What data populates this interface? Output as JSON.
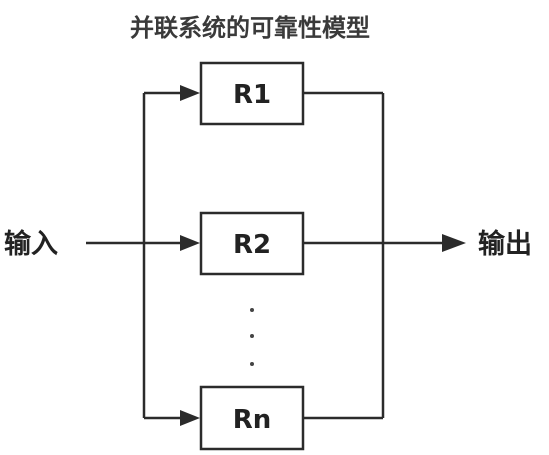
{
  "title": "并联系统的可靠性模型",
  "input_label": "输入",
  "output_label": "输出",
  "blocks": [
    {
      "label": "R1"
    },
    {
      "label": "R2"
    },
    {
      "label": "Rn"
    }
  ],
  "ellipsis": "...",
  "colors": {
    "line": "#2b2b2b",
    "text": "#222222",
    "title": "#3a3a3a",
    "background": "#ffffff"
  }
}
